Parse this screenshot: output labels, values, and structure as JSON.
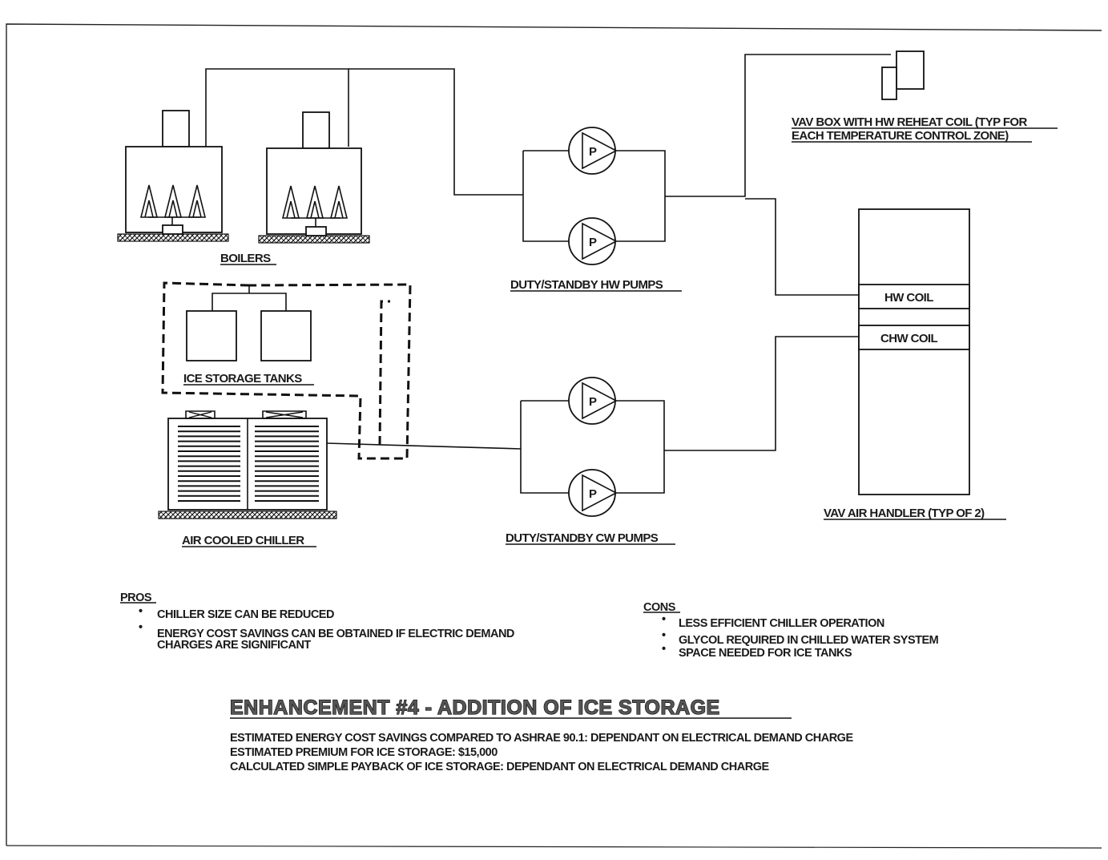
{
  "labels": {
    "boilers": "BOILERS",
    "hw_pumps": "DUTY/STANDBY HW PUMPS",
    "vav_box_line1": "VAV BOX WITH HW REHEAT COIL (TYP FOR",
    "vav_box_line2": "EACH TEMPERATURE CONTROL ZONE)",
    "ice_tanks": "ICE STORAGE TANKS",
    "chiller": "AIR COOLED CHILLER",
    "cw_pumps": "DUTY/STANDBY CW PUMPS",
    "hw_coil": "HW COIL",
    "chw_coil": "CHW COIL",
    "air_handler": "VAV AIR HANDLER (TYP OF 2)",
    "pump_symbol": "P"
  },
  "pros": {
    "heading": "PROS",
    "items": [
      "CHILLER SIZE CAN BE REDUCED",
      "ENERGY COST SAVINGS CAN BE OBTAINED IF ELECTRIC DEMAND",
      "CHARGES ARE SIGNIFICANT"
    ]
  },
  "cons": {
    "heading": "CONS",
    "items": [
      "LESS EFFICIENT CHILLER OPERATION",
      "GLYCOL REQUIRED IN CHILLED WATER SYSTEM",
      "SPACE NEEDED FOR ICE TANKS"
    ]
  },
  "title": "ENHANCEMENT #4 - ADDITION OF ICE STORAGE",
  "summary": {
    "savings": "ESTIMATED ENERGY COST SAVINGS COMPARED TO ASHRAE 90.1:  DEPENDANT ON ELECTRICAL DEMAND CHARGE",
    "premium": "ESTIMATED PREMIUM FOR ICE STORAGE:  $15,000",
    "payback": "CALCULATED SIMPLE PAYBACK OF ICE STORAGE:  DEPENDANT ON ELECTRICAL DEMAND CHARGE"
  },
  "bullet": "•"
}
